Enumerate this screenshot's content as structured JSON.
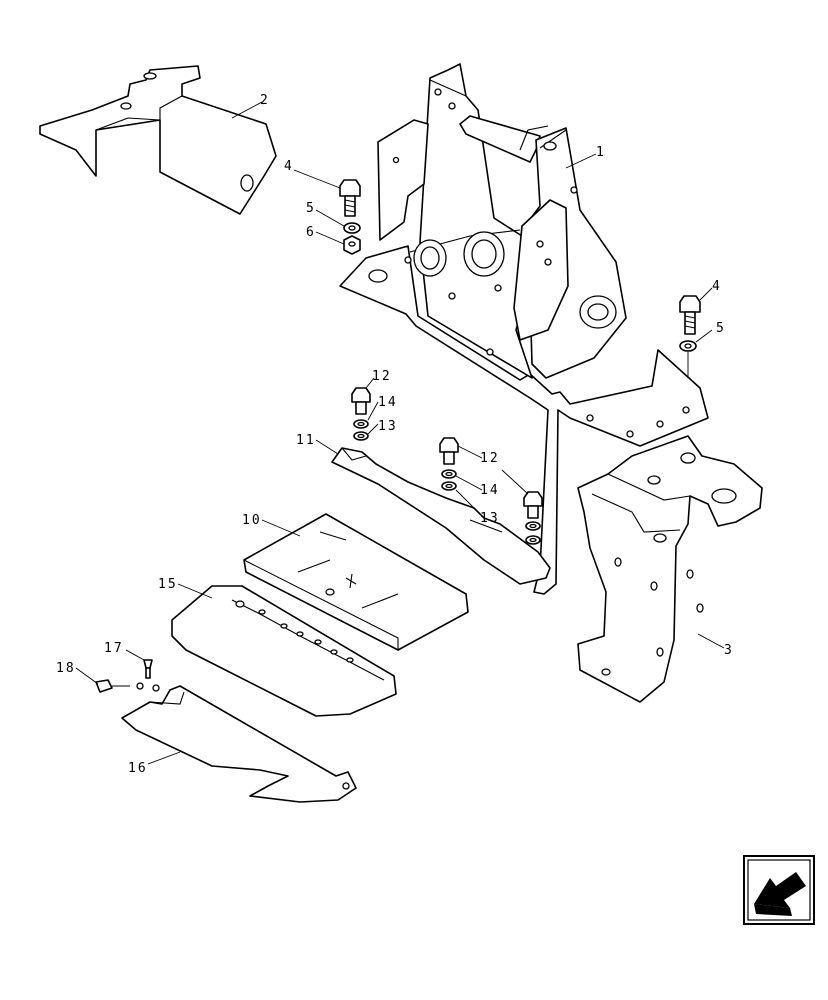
{
  "diagram": {
    "type": "exploded-parts-drawing",
    "callouts": [
      "1",
      "2",
      "3",
      "4",
      "4",
      "5",
      "5",
      "6",
      "10",
      "11",
      "12",
      "12",
      "13",
      "13",
      "14",
      "14",
      "15",
      "16",
      "17",
      "18"
    ],
    "icon": "navigation-arrow-icon"
  }
}
